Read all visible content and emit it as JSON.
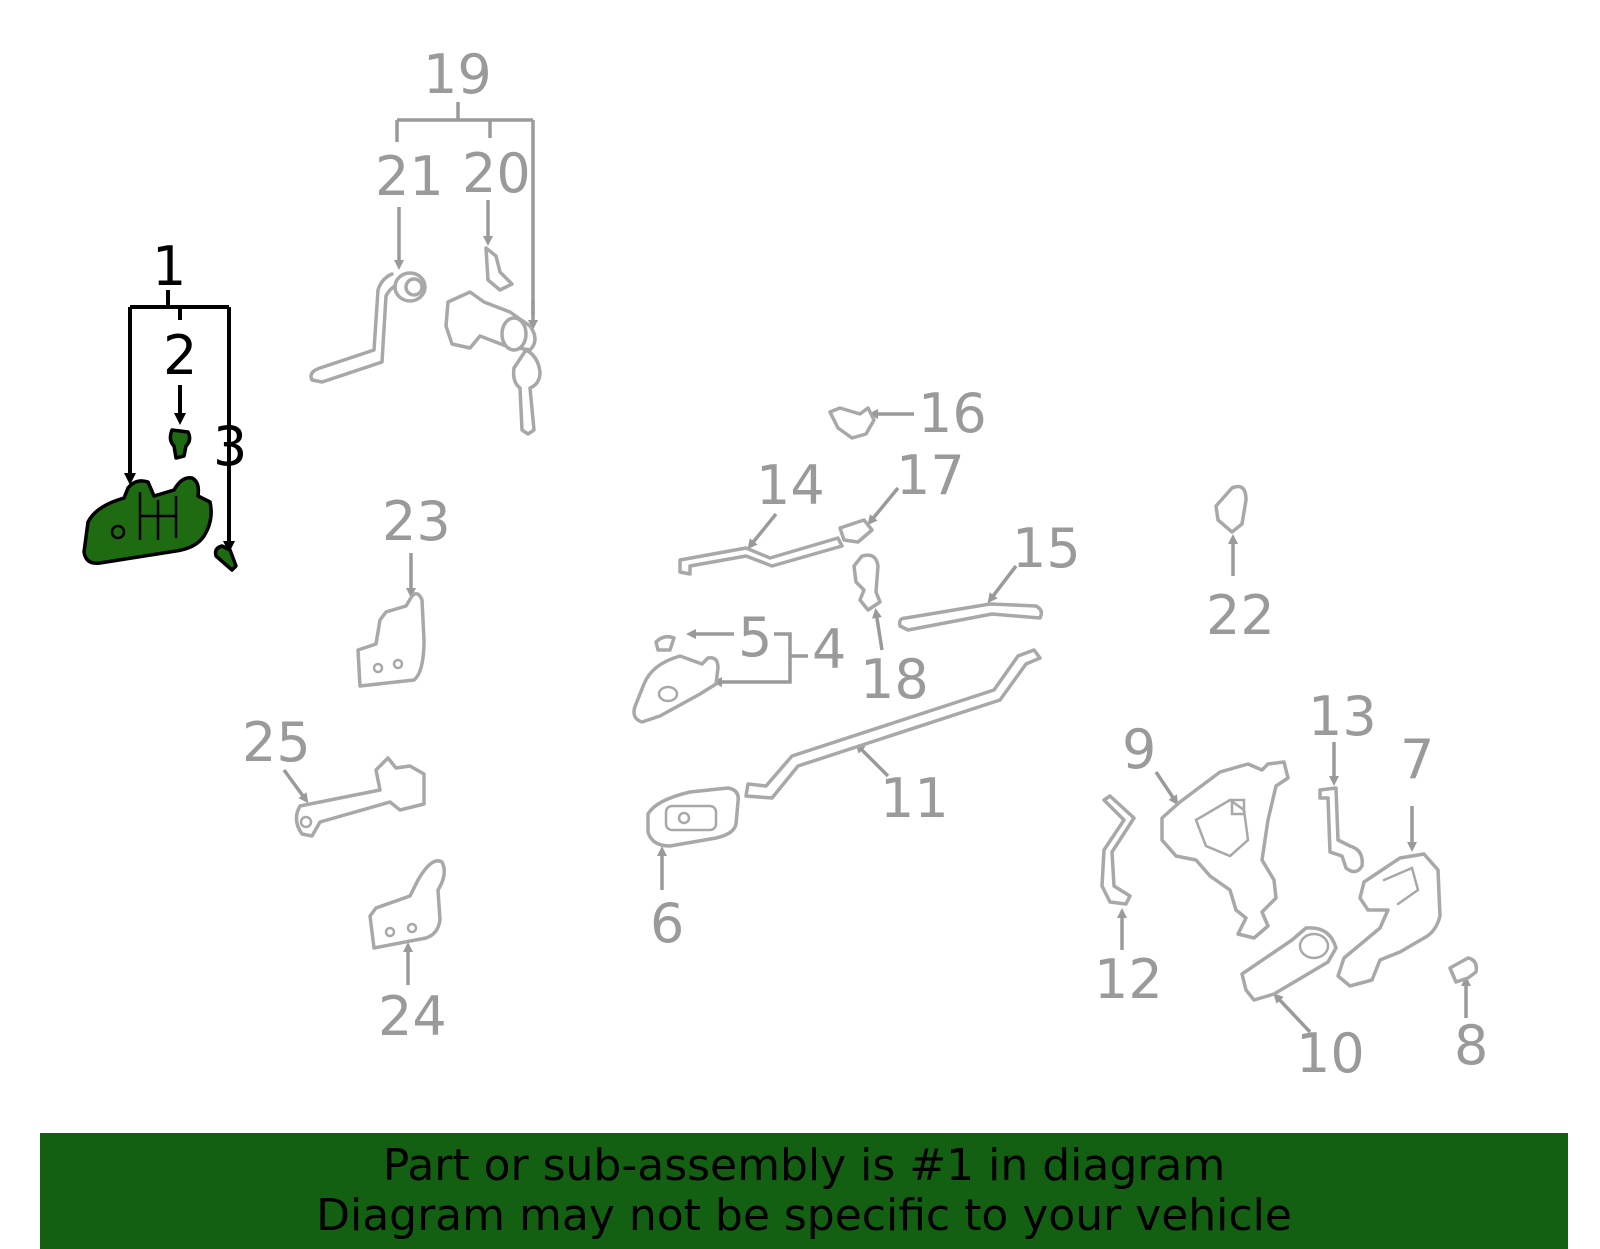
{
  "callouts": {
    "c1": "1",
    "c2": "2",
    "c3": "3",
    "c4": "4",
    "c5": "5",
    "c6": "6",
    "c7": "7",
    "c8": "8",
    "c9": "9",
    "c10": "10",
    "c11": "11",
    "c12": "12",
    "c13": "13",
    "c14": "14",
    "c15": "15",
    "c16": "16",
    "c17": "17",
    "c18": "18",
    "c19": "19",
    "c20": "20",
    "c21": "21",
    "c22": "22",
    "c23": "23",
    "c24": "24",
    "c25": "25"
  },
  "highlighted_part": "1",
  "banner": {
    "line1": "Part or sub-assembly is #1 in diagram",
    "line2": "Diagram may not be specific to your vehicle"
  },
  "colors": {
    "highlight": "#1e6b12",
    "banner": "#136012",
    "part_outline": "#a8a8a8",
    "callout_text": "#9a9a9a"
  }
}
